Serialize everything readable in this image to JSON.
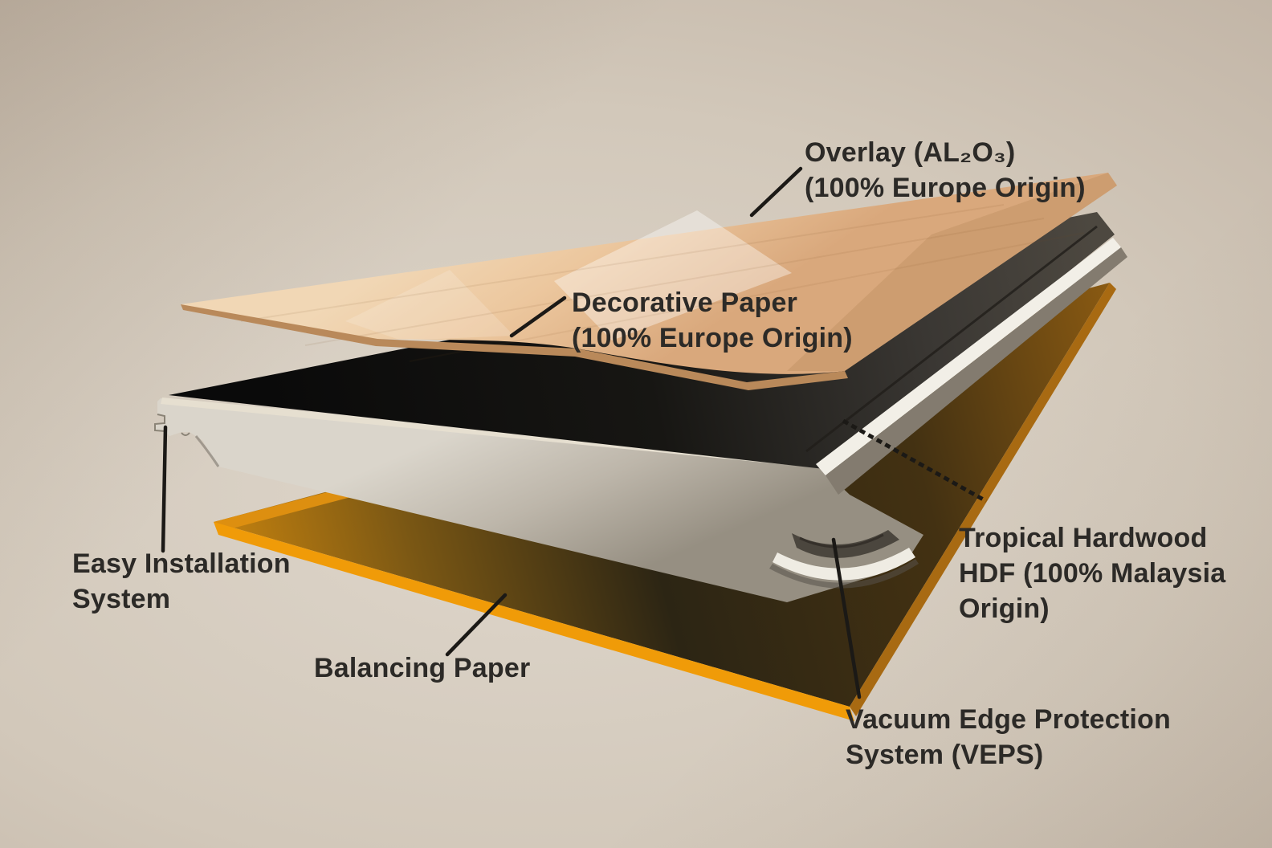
{
  "diagram": {
    "subject": "laminate-flooring-layer-structure",
    "labels": {
      "overlay": "Overlay (AL₂O₃)\n(100% Europe Origin)",
      "decorative_paper": "Decorative Paper\n(100% Europe Origin)",
      "easy_installation": "Easy Installation\nSystem",
      "balancing_paper": "Balancing Paper",
      "tropical_hardwood": "Tropical Hardwood\nHDF (100% Malaysia\nOrigin)",
      "veps": "Vacuum Edge Protection\nSystem (VEPS)"
    },
    "colors": {
      "background": "#cfc4b6",
      "label_text": "#2c2a27",
      "leader_line": "#1b1916",
      "overlay_sheet": "#ecc79e",
      "core_top": "#141311",
      "core_body": "#c3bcb0",
      "edge_strip_white": "#f2efe7",
      "balancing_paper_orange": "#ef9b08"
    }
  }
}
